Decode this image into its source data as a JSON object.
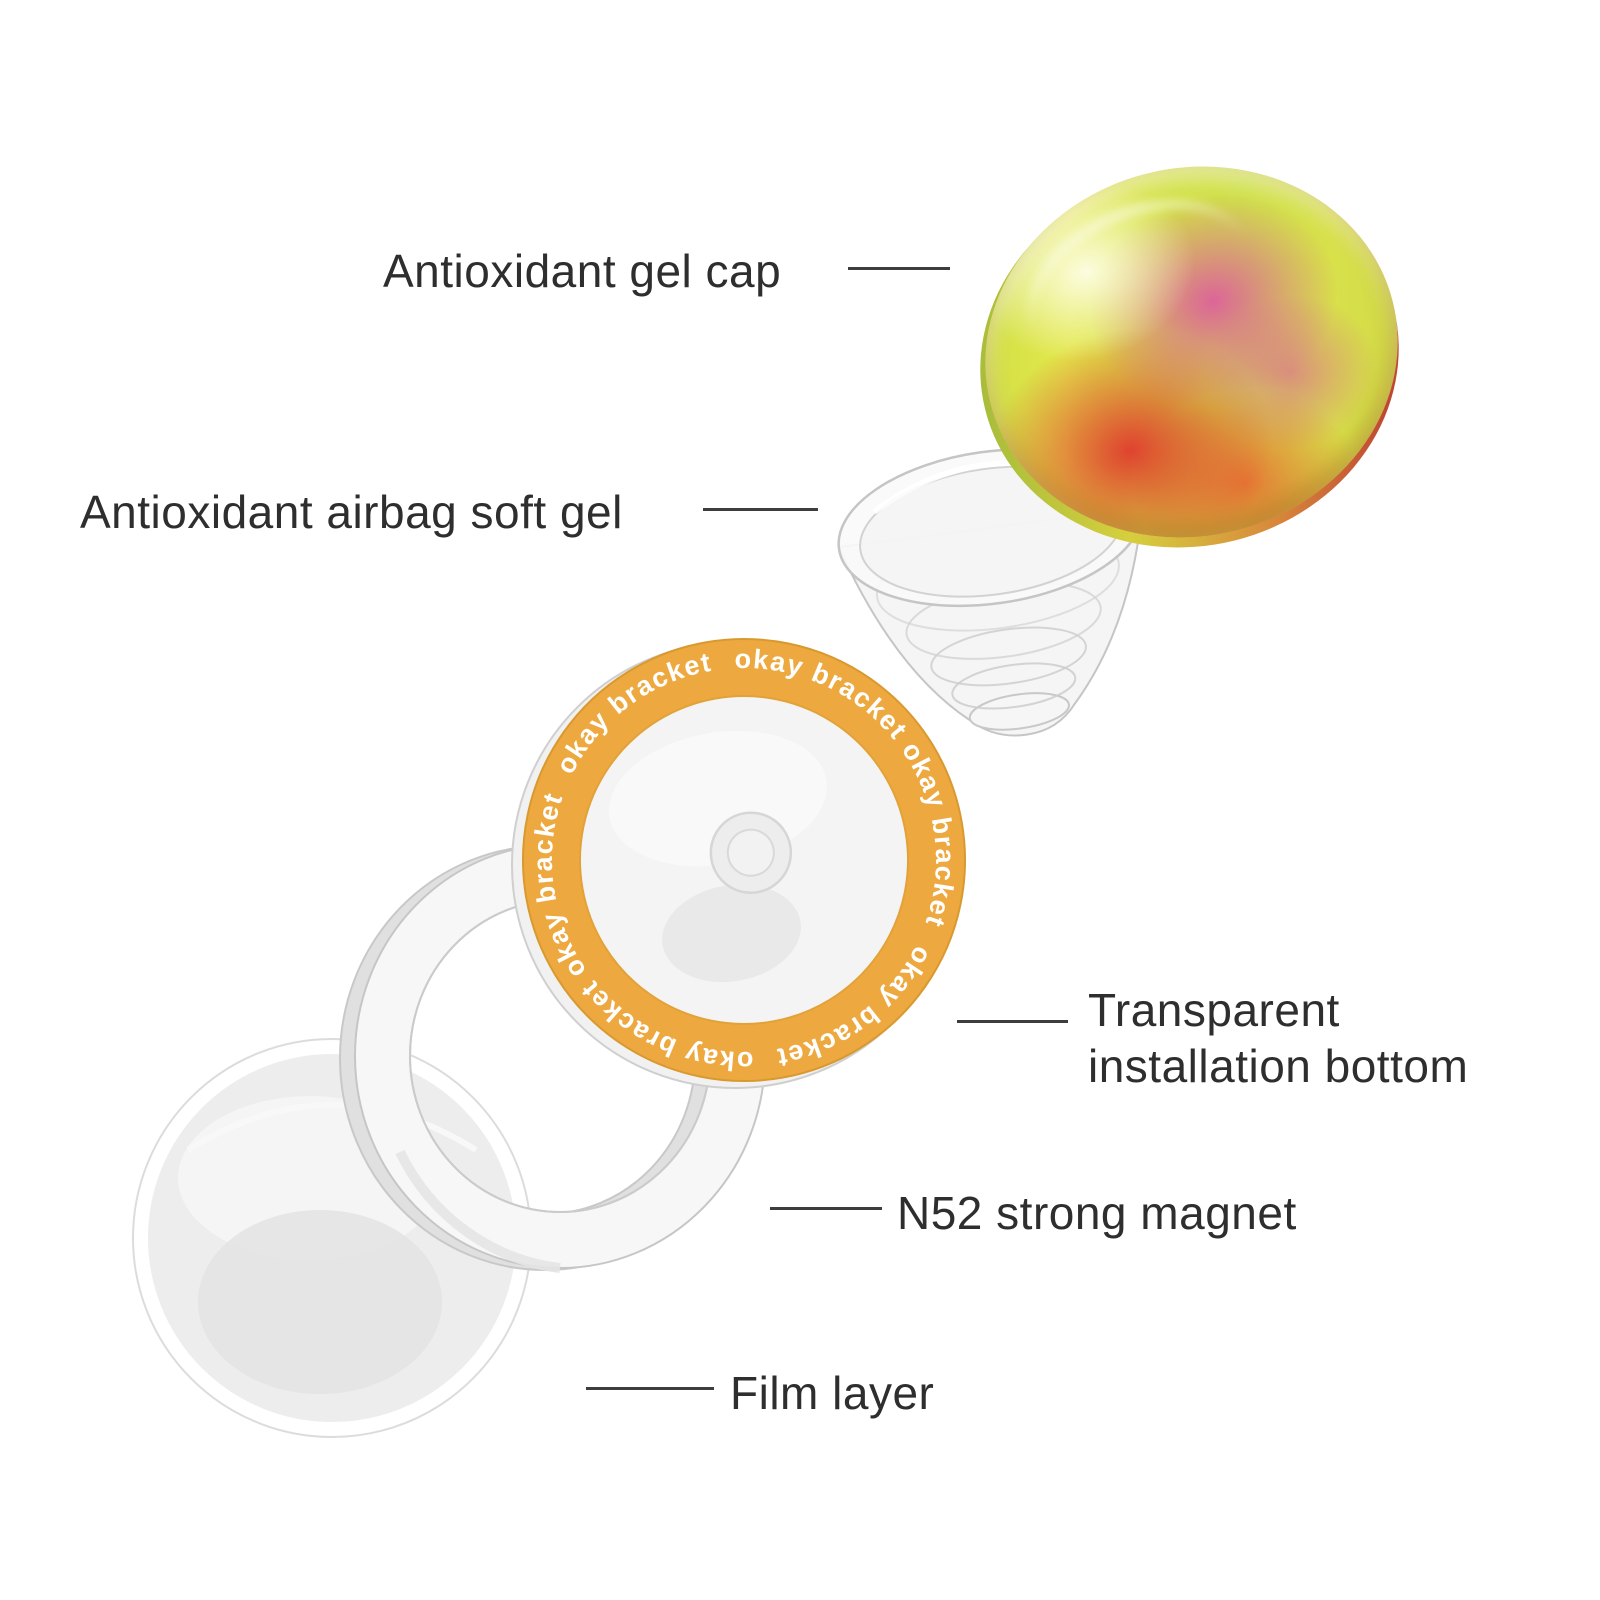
{
  "diagram": {
    "labels": {
      "gel_cap": "Antioxidant gel cap",
      "airbag": "Antioxidant airbag soft gel",
      "install_bottom": "Transparent installation bottom",
      "magnet": "N52 strong magnet",
      "film": "Film layer"
    },
    "ring_text": "okay bracket",
    "colors": {
      "band": "#EDA93F",
      "band_edge": "#D9992F",
      "ring_text_color": "#FFFFFF",
      "label_text": "#2E2E2E",
      "connector_line": "#3D3D3D"
    }
  }
}
